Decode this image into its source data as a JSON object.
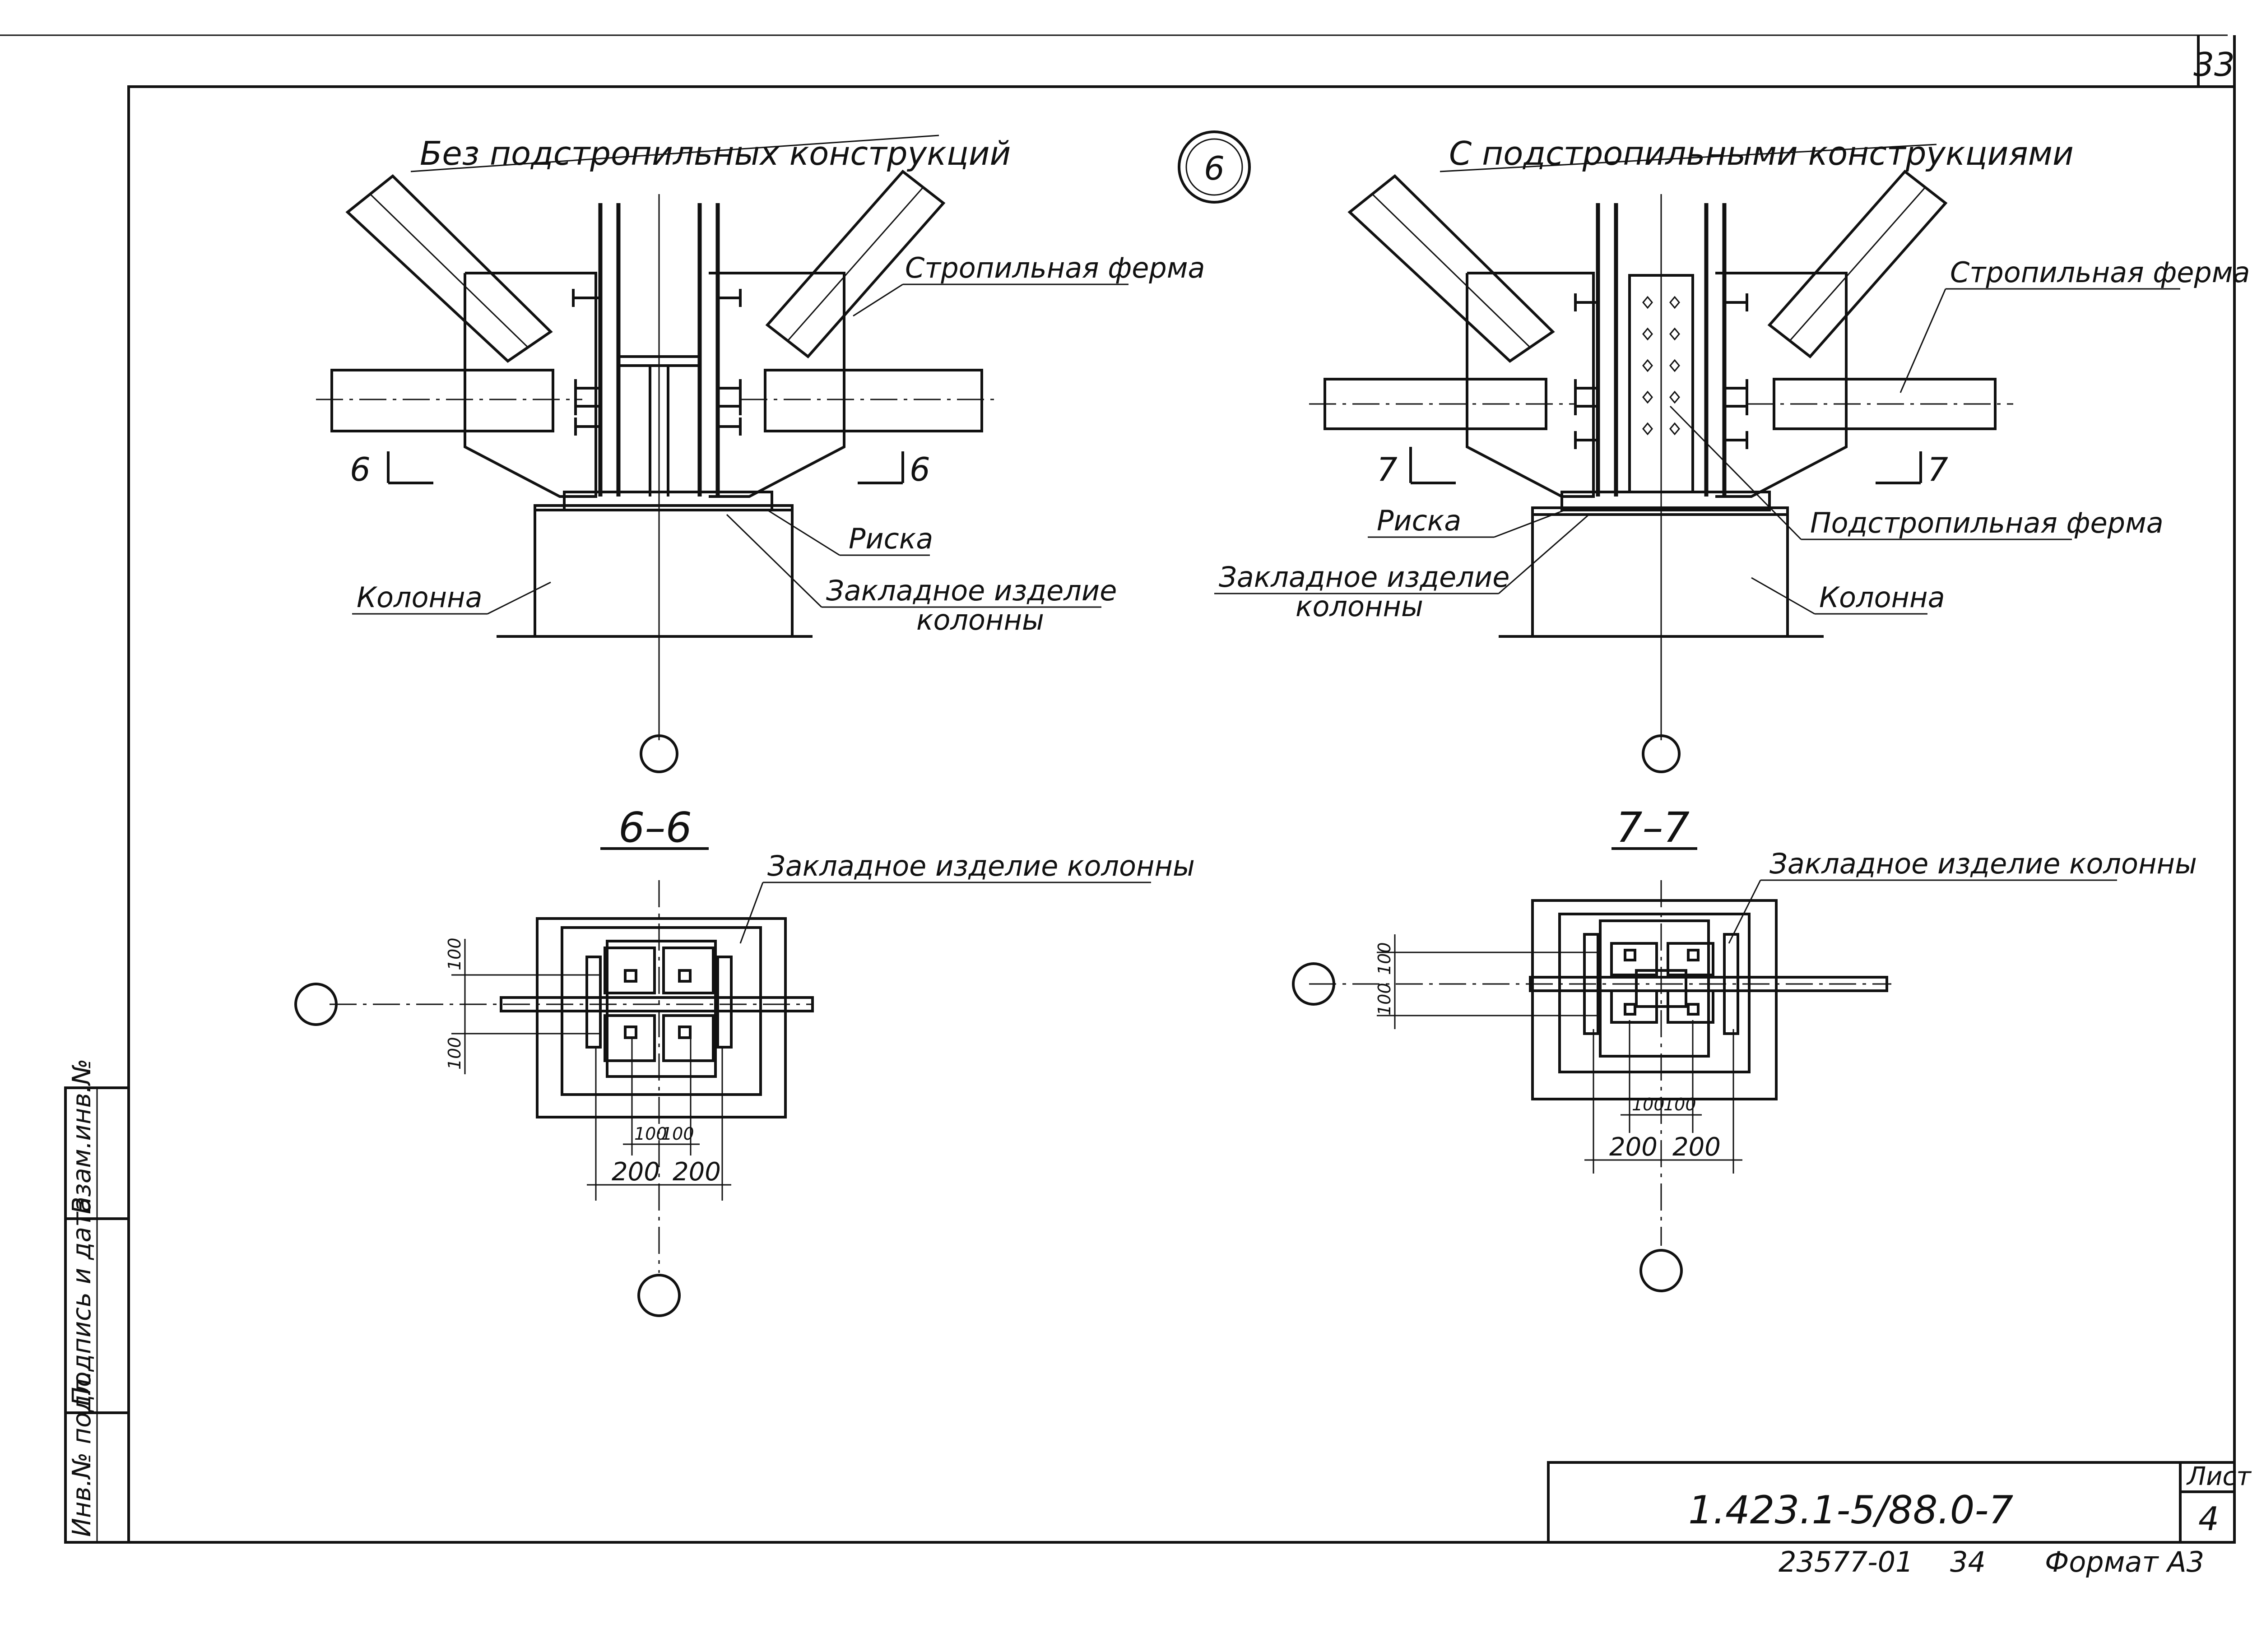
{
  "sheet": {
    "page_number": "33",
    "node_number": "6",
    "doc_code": "1.423.1-5/88.0-7",
    "list_label": "Лист",
    "list_number": "4",
    "footer_id": "23577-01",
    "footer_num": "34",
    "format": "Формат А3"
  },
  "side_stamp": {
    "inv": "Инв.№ подл.",
    "sign": "Подпись и дата",
    "vzam": "Взам.инв.№"
  },
  "left_node": {
    "title": "Без подстропильных конструкций",
    "truss": "Стропильная ферма",
    "riska": "Риска",
    "embed_l1": "Закладное изделие",
    "embed_l2": "колонны",
    "column": "Колонна",
    "cut_mark": "6"
  },
  "right_node": {
    "title": "С подстропильными конструкциями",
    "truss": "Стропильная ферма",
    "riska": "Риска",
    "embed_l1": "Закладное изделие",
    "embed_l2": "колонны",
    "sub_truss": "Подстропильная ферма",
    "column": "Колонна",
    "cut_mark": "7"
  },
  "section_6": {
    "title": "6–6",
    "label": "Закладное изделие колонны",
    "d100a": "100",
    "d100b": "100",
    "dx100a": "100",
    "dx100b": "100",
    "dx200a": "200",
    "dx200b": "200"
  },
  "section_7": {
    "title": "7–7",
    "label": "Закладное изделие колонны",
    "d100a": "100",
    "d100b": "100",
    "dx100a": "100",
    "dx100b": "100",
    "dx200a": "200",
    "dx200b": "200"
  }
}
